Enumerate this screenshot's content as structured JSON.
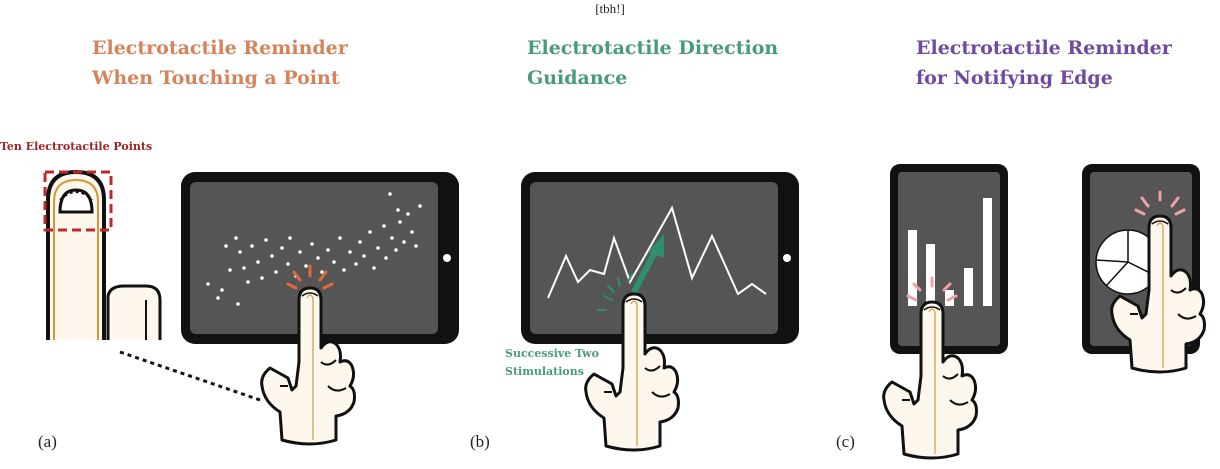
{
  "top_tag": "[tbh!]",
  "panels": {
    "a": {
      "title_line1": "Electrotactile Reminder",
      "title_line2": "When Touching a Point",
      "label": "(a)",
      "note": "Ten Electrotactile Points",
      "title_color": "#d4835b",
      "note_color": "#9c2424"
    },
    "b": {
      "title_line1": "Electrotactile Direction",
      "title_line2": "Guidance",
      "label": "(b)",
      "note_line1": "Successive Two",
      "note_line2": "Stimulations",
      "title_color": "#4a9a7e"
    },
    "c": {
      "title_line1": "Electrotactile Reminder",
      "title_line2": "for Notifying Edge",
      "label": "(c)",
      "title_color": "#6e4aa0"
    }
  },
  "colors": {
    "tablet_frame": "#111111",
    "tablet_screen": "#555555",
    "finger_fill": "#fdf7ee",
    "finger_outline": "#d49a3a",
    "stim_orange": "#e06a3a",
    "stim_green": "#2f8f6a",
    "stim_pink": "#f0a0a8",
    "dashed_box": "#c0282c"
  }
}
